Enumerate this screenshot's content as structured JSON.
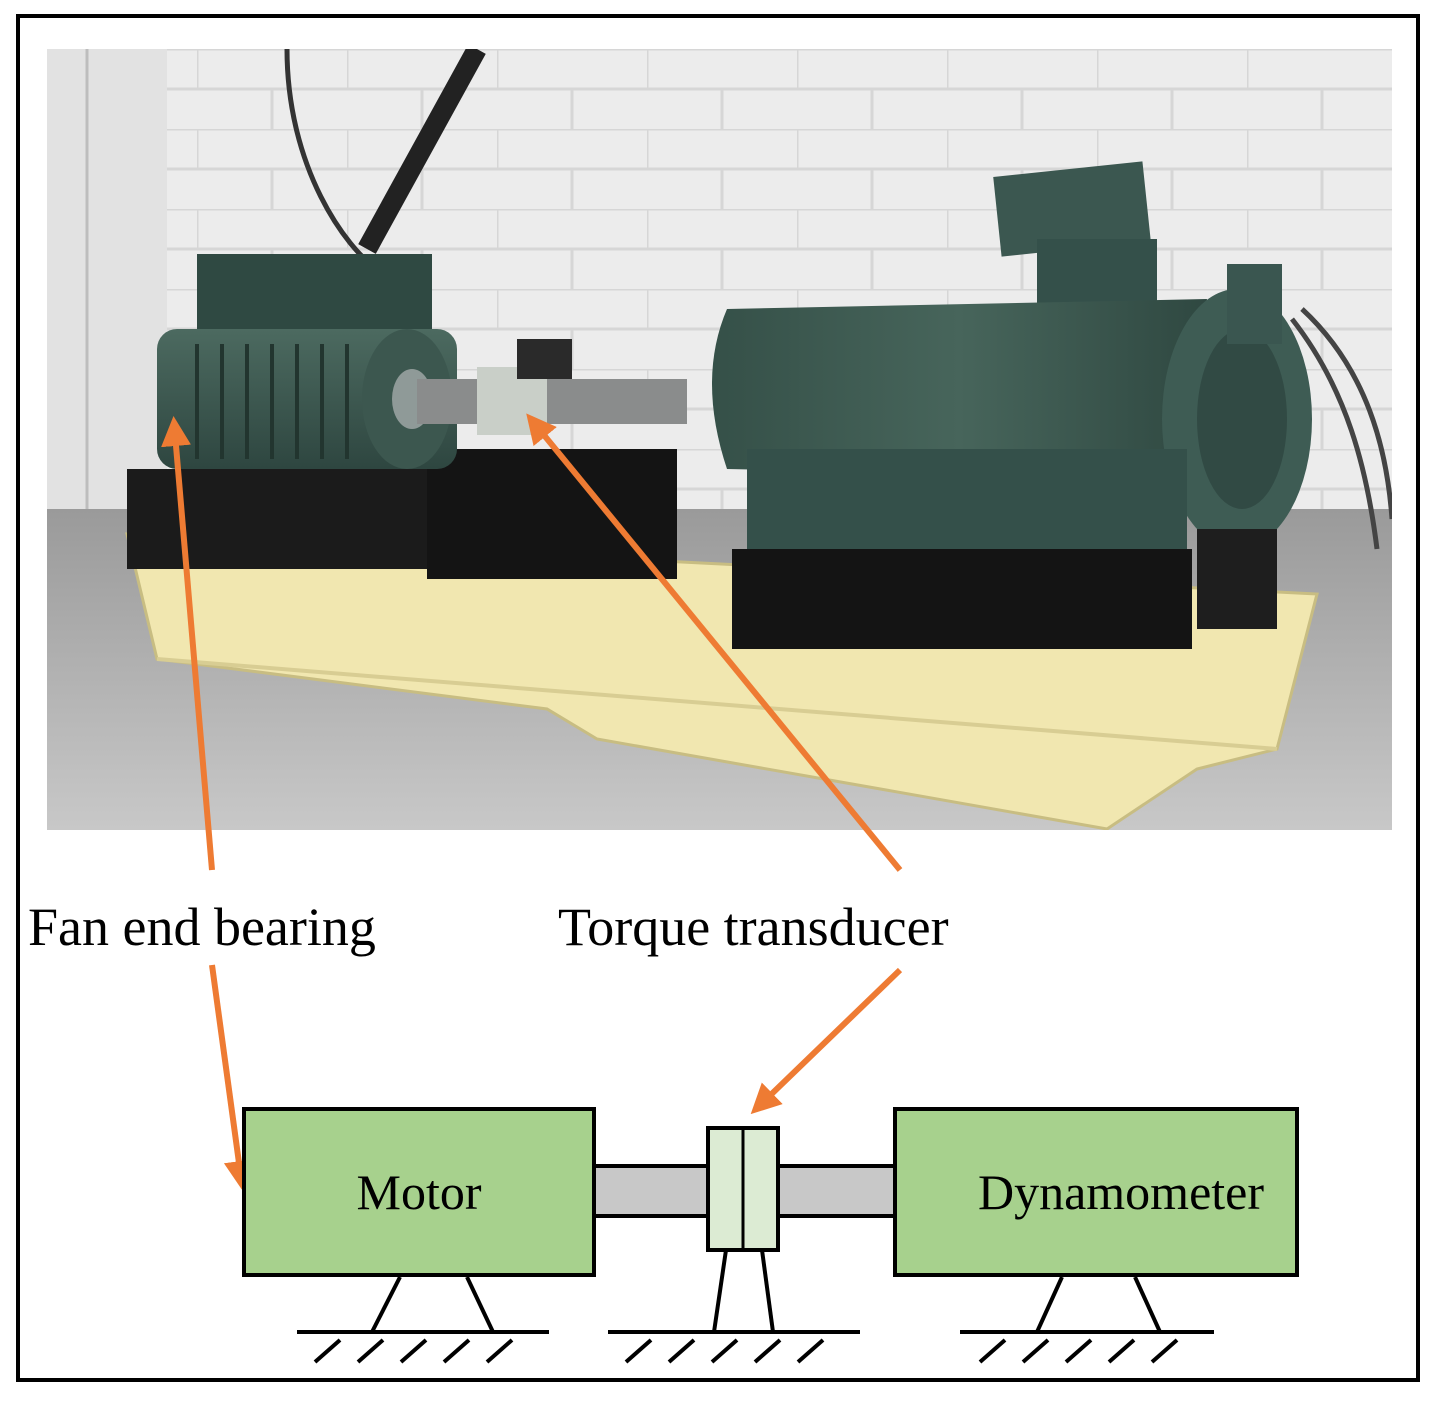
{
  "labels": {
    "fan_end_bearing": "Fan end bearing",
    "torque_transducer": "Torque transducer"
  },
  "schematic": {
    "motor": "Motor",
    "dynamometer": "Dynamometer"
  },
  "colors": {
    "arrow": "#ee7b33",
    "box_fill": "#a7d18d",
    "coupling_fill": "#dcebd3",
    "shaft": "#c8c8c8",
    "base": "#f1e7b0",
    "machine": "#3d5a52",
    "wall": "#ececec"
  }
}
